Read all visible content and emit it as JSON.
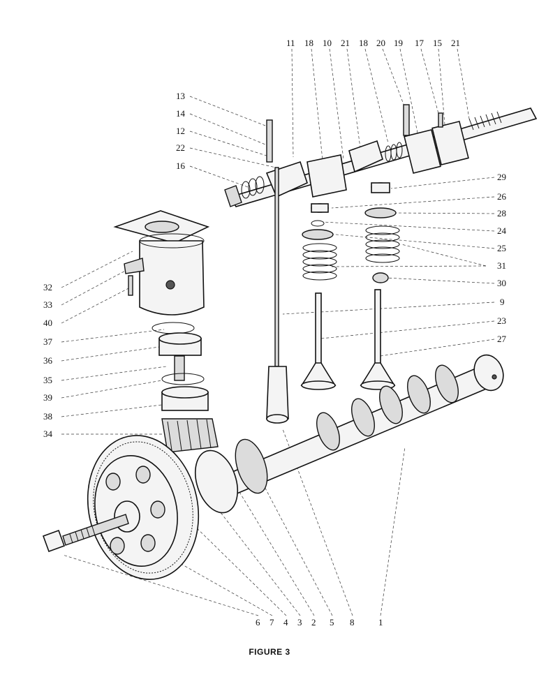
{
  "figure": {
    "caption": "FIGURE 3",
    "callouts": [
      {
        "id": "top-11",
        "text": "11"
      },
      {
        "id": "top-18a",
        "text": "18"
      },
      {
        "id": "top-10",
        "text": "10"
      },
      {
        "id": "top-21a",
        "text": "21"
      },
      {
        "id": "top-18b",
        "text": "18"
      },
      {
        "id": "top-20",
        "text": "20"
      },
      {
        "id": "top-19",
        "text": "19"
      },
      {
        "id": "top-17",
        "text": "17"
      },
      {
        "id": "top-15",
        "text": "15"
      },
      {
        "id": "top-21b",
        "text": "21"
      },
      {
        "id": "left-13",
        "text": "13"
      },
      {
        "id": "left-14",
        "text": "14"
      },
      {
        "id": "left-12",
        "text": "12"
      },
      {
        "id": "left-22",
        "text": "22"
      },
      {
        "id": "left-16",
        "text": "16"
      },
      {
        "id": "left-32",
        "text": "32"
      },
      {
        "id": "left-33",
        "text": "33"
      },
      {
        "id": "left-40",
        "text": "40"
      },
      {
        "id": "left-37",
        "text": "37"
      },
      {
        "id": "left-36",
        "text": "36"
      },
      {
        "id": "left-35",
        "text": "35"
      },
      {
        "id": "left-39",
        "text": "39"
      },
      {
        "id": "left-38",
        "text": "38"
      },
      {
        "id": "left-34",
        "text": "34"
      },
      {
        "id": "right-29",
        "text": "29"
      },
      {
        "id": "right-26",
        "text": "26"
      },
      {
        "id": "right-28",
        "text": "28"
      },
      {
        "id": "right-24",
        "text": "24"
      },
      {
        "id": "right-25",
        "text": "25"
      },
      {
        "id": "right-31",
        "text": "31"
      },
      {
        "id": "right-30",
        "text": "30"
      },
      {
        "id": "right-9",
        "text": "9"
      },
      {
        "id": "right-23",
        "text": "23"
      },
      {
        "id": "right-27",
        "text": "27"
      },
      {
        "id": "bottom-6",
        "text": "6"
      },
      {
        "id": "bottom-7",
        "text": "7"
      },
      {
        "id": "bottom-4",
        "text": "4"
      },
      {
        "id": "bottom-3",
        "text": "3"
      },
      {
        "id": "bottom-2",
        "text": "2"
      },
      {
        "id": "bottom-5",
        "text": "5"
      },
      {
        "id": "bottom-8",
        "text": "8"
      },
      {
        "id": "bottom-1",
        "text": "1"
      }
    ]
  }
}
